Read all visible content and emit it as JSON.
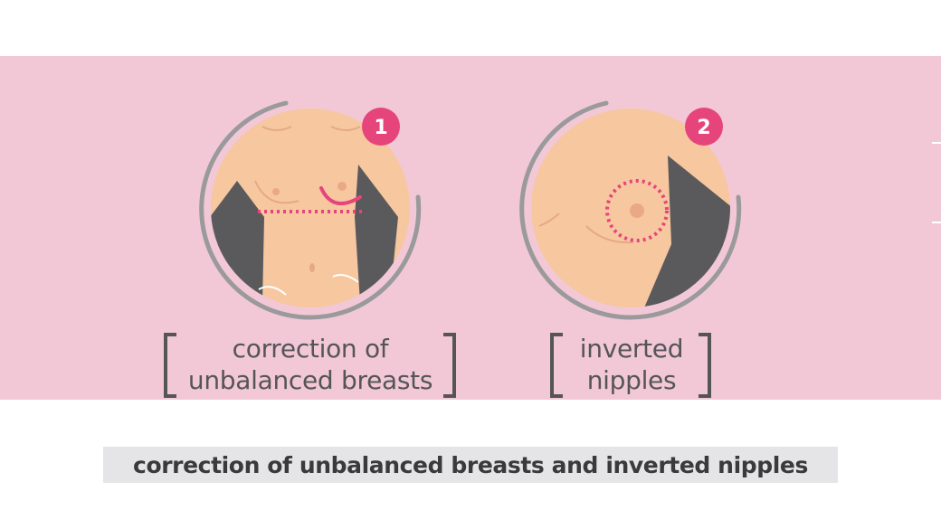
{
  "panels": [
    {
      "badge": "1",
      "line1": "correction of",
      "line2": "unbalanced breasts"
    },
    {
      "badge": "2",
      "line1": "inverted",
      "line2": "nipples"
    }
  ],
  "subtitle": "correction of unbalanced breasts and inverted nipples",
  "colors": {
    "background_band": "#f2c8d7",
    "skin": "#f7c7a0",
    "accent": "#e5457a",
    "dark_gray": "#555558",
    "ring": "#9a9a9c"
  }
}
